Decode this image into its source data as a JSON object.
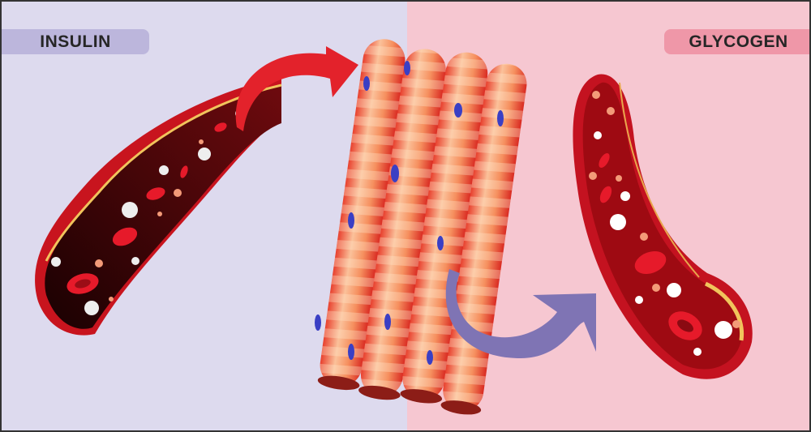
{
  "labels": {
    "left": "INSULIN",
    "right": "GLYCOGEN"
  },
  "colors": {
    "left_background": "#dddaee",
    "right_background": "#f6c7d1",
    "insulin_label_bg": "#bcb6dc",
    "glycogen_label_bg": "#ef97a8",
    "red_arrow": "#e3222b",
    "purple_arrow": "#7f74b4",
    "vessel_wall": "#c8141e",
    "vessel_lumen": "#5a0508",
    "muscle_fiber": "#f07a5a",
    "nucleus": "#3a3fc4"
  },
  "illustrations": {
    "left_element": "blood-vessel-with-glucose",
    "center_element": "muscle-fibers",
    "right_element": "blood-vessel-with-glycogen",
    "arrow_1": "red-curved-arrow: vessel to muscle",
    "arrow_2": "purple-curved-arrow: muscle to vessel"
  }
}
